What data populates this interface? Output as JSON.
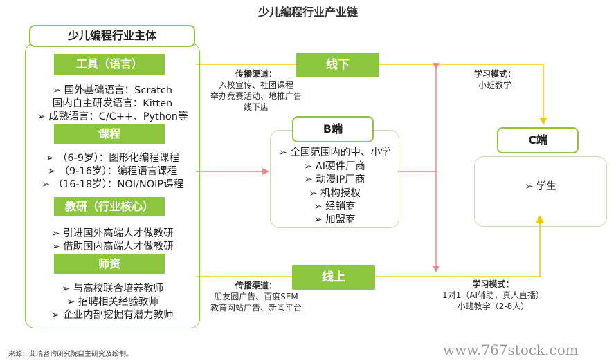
{
  "title": "少儿编程行业产业链",
  "left_panel": {
    "header": "少儿编程行业主体",
    "sections": [
      {
        "heading": "工具（语言）",
        "items": [
          "➢ 国外基础语言：Scratch",
          "国内自主研发语言：Kitten",
          "➢ 成熟语言：C/C++、Python等"
        ]
      },
      {
        "heading": "课程",
        "items": [
          "➢ （6-9岁）：图形化编程课程",
          "➢ （9-16岁）：编程语言课程",
          "➢ （16-18岁）：NOI/NOIP课程"
        ]
      },
      {
        "heading": "教研（行业核心）",
        "items": [
          "➢ 引进国外高端人才做教研",
          "➢ 借助国内高端人才做教研"
        ]
      },
      {
        "heading": "师资",
        "items": [
          "➢ 与高校联合培养教师",
          "➢ 招聘相关经验教师",
          "➢ 企业内部挖掘有潜力教师"
        ]
      }
    ]
  },
  "offline": {
    "label": "线下",
    "channel_title": "传播渠道：",
    "channel_lines": [
      "入校宣传、社团课程",
      "举办竞赛活动、地推广告",
      "线下店"
    ],
    "mode_title": "学习模式：",
    "mode_lines": [
      "小班教学"
    ]
  },
  "online": {
    "label": "线上",
    "channel_title": "传播渠道：",
    "channel_lines": [
      "朋友圈广告、百度SEM",
      "教育网站广告、新闻平台"
    ],
    "mode_title": "学习模式：",
    "mode_lines": [
      "1对1（AI辅助，真人直播）",
      "小班教学（2-8人）"
    ]
  },
  "b_end": {
    "label": "B端",
    "items": [
      "➢ 全国范围内的中、小学",
      "➢ AI硬件厂商",
      "➢ 动漫IP厂商",
      "➢ 机构授权",
      "➢ 经销商",
      "➢ 加盟商"
    ]
  },
  "c_end": {
    "label": "C端",
    "items": [
      "➢ 学生"
    ]
  },
  "source": "来源：艾瑞咨询研究院自主研究及绘制。",
  "watermark": "www.767stock.com",
  "colors": {
    "green": "#8cc63f",
    "arrow_yellow": "#f5c518",
    "arrow_pink": "#e8848a"
  }
}
